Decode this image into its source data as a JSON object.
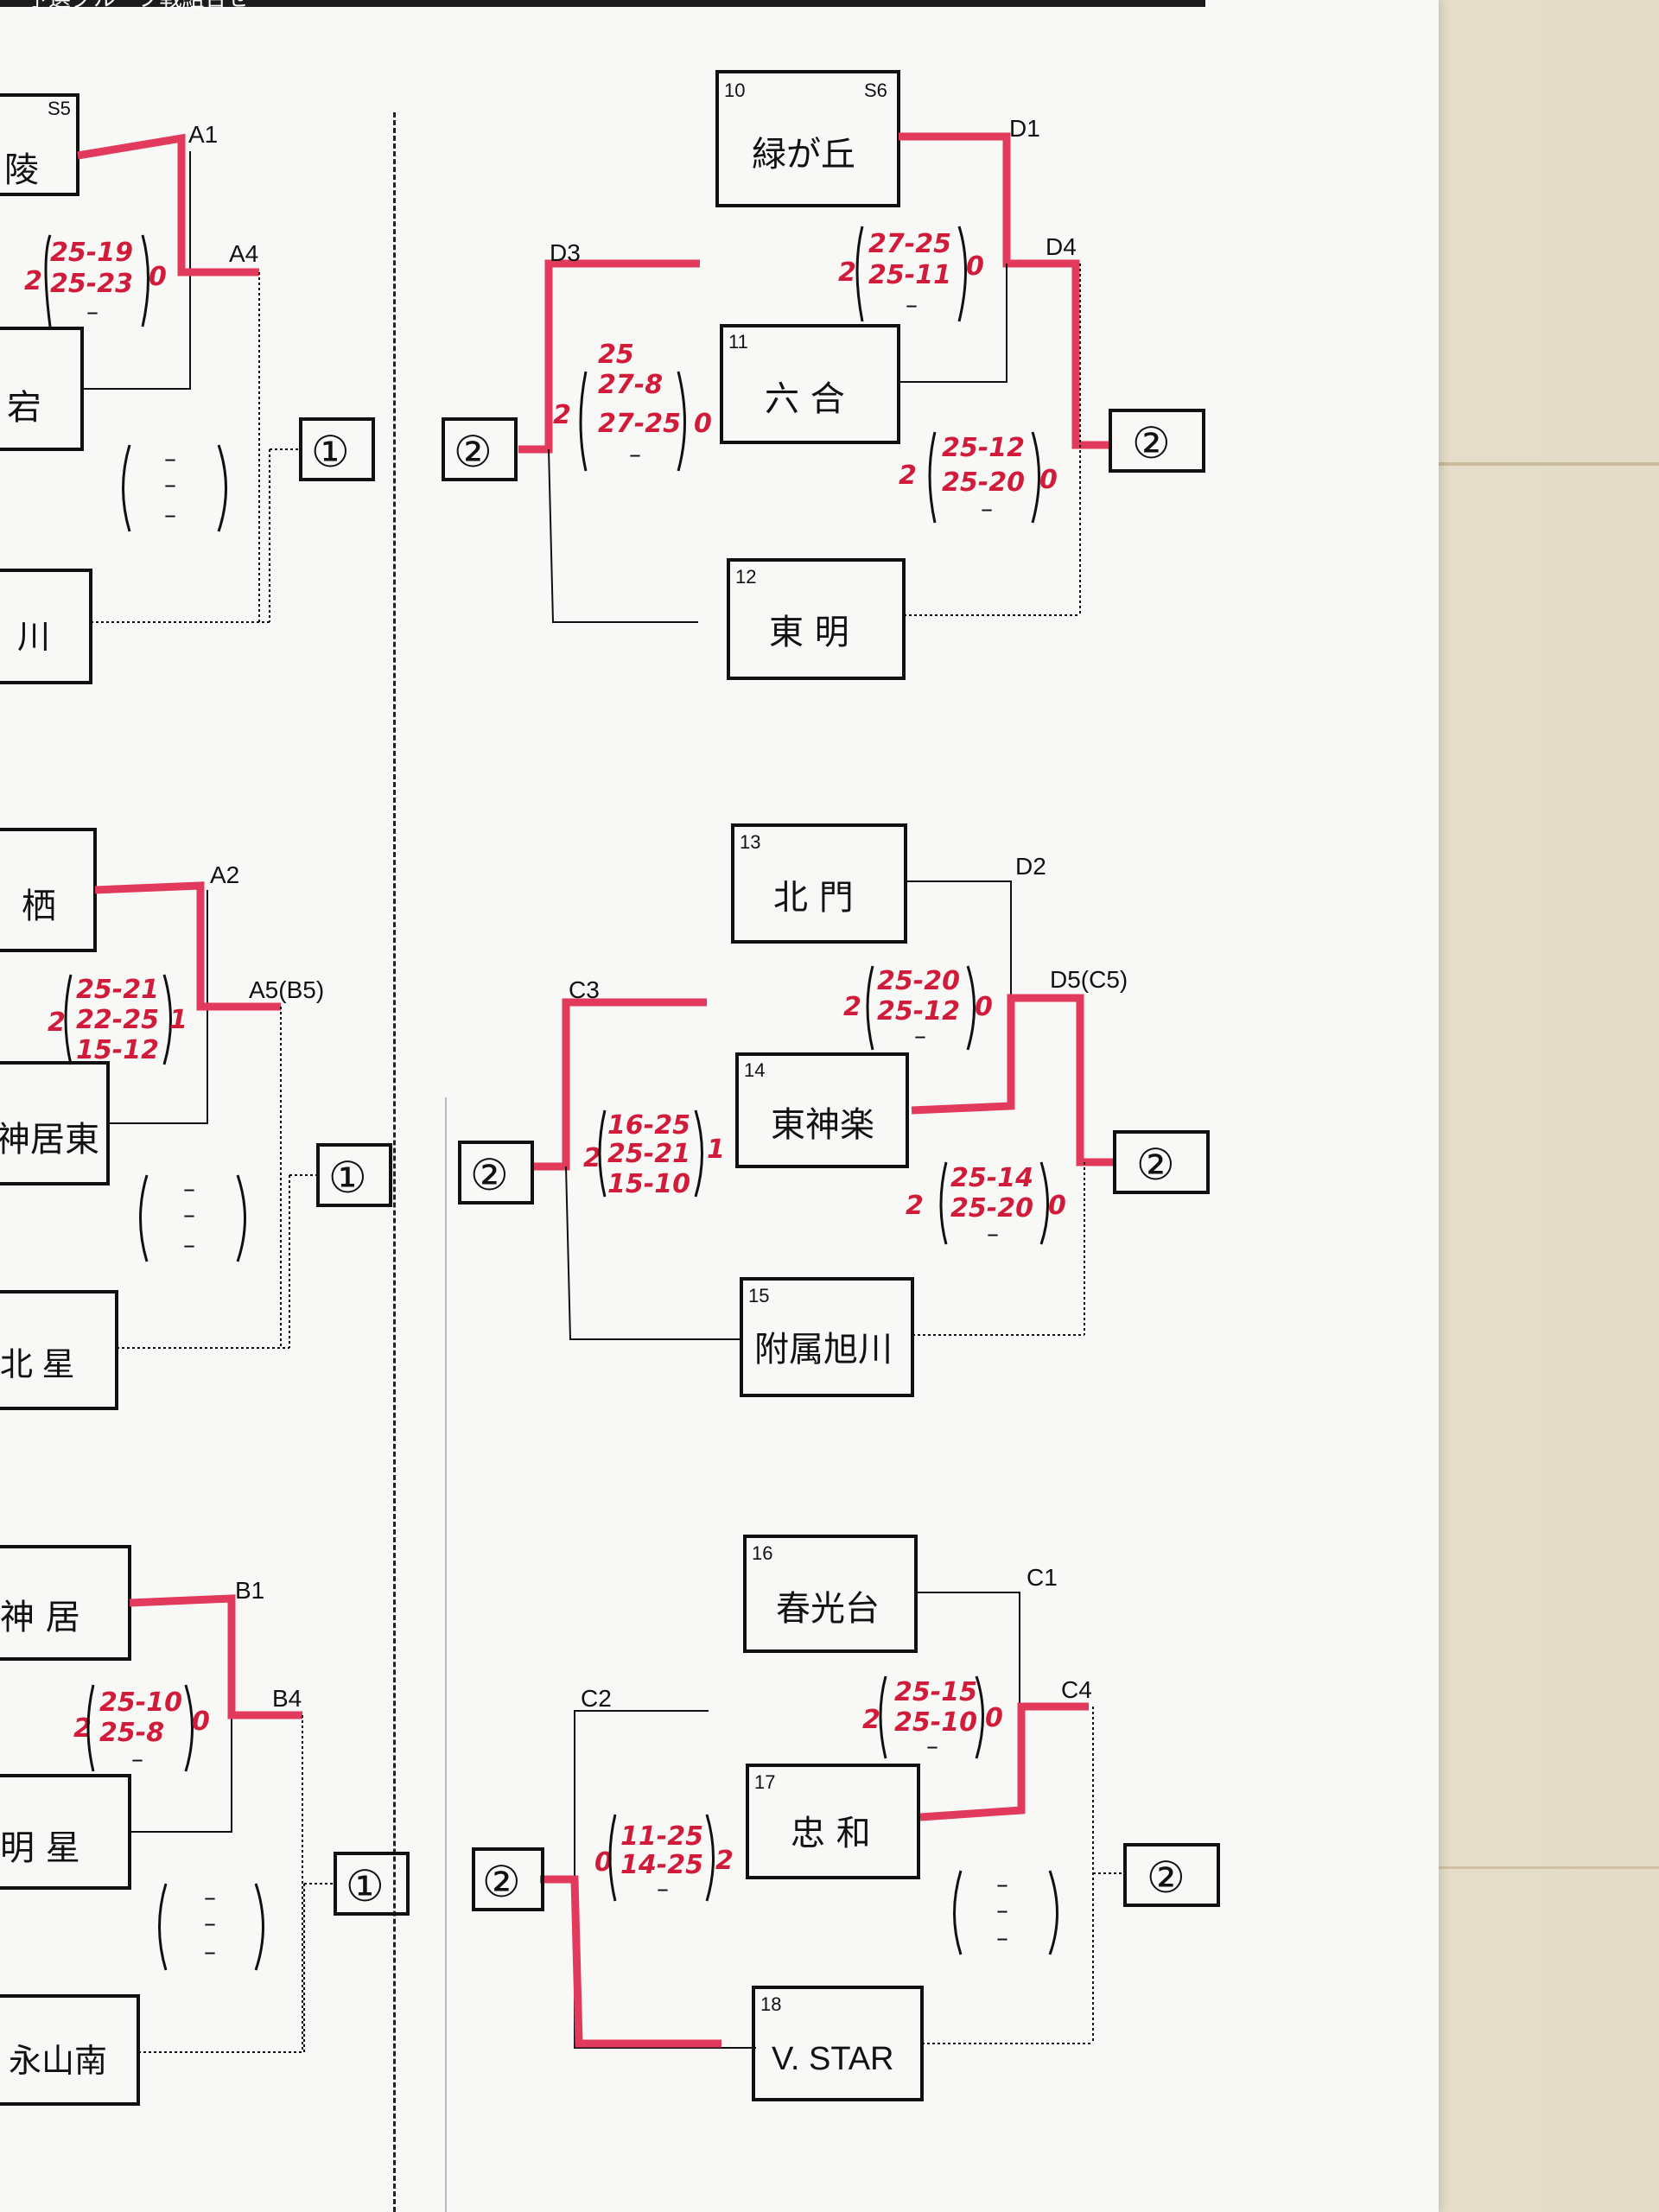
{
  "header": {
    "title": "予選グループ戦組合せ"
  },
  "colors": {
    "win_line": "#e23a5c",
    "score_ink": "#d01c3a",
    "ink": "#111111"
  },
  "blocks": {
    "left_top": {
      "teams": [
        {
          "name": "陵",
          "seed": "S5"
        },
        {
          "name": "宕"
        },
        {
          "name": "川"
        }
      ],
      "nodes": [
        "A1",
        "A4"
      ],
      "score": {
        "w": "2",
        "l": "0",
        "sets": [
          "25-19",
          "25-23",
          "–"
        ]
      },
      "empty_sets": [
        "–",
        "–",
        "–"
      ],
      "rank": "①"
    },
    "left_mid": {
      "teams": [
        {
          "name": "栖"
        },
        {
          "name": "神居東"
        },
        {
          "name": "北 星"
        }
      ],
      "nodes": [
        "A2",
        "A5(B5)"
      ],
      "score": {
        "w": "2",
        "l": "1",
        "sets": [
          "25-21",
          "22-25",
          "15-12"
        ]
      },
      "empty_sets": [
        "–",
        "–",
        "–"
      ],
      "rank": "①"
    },
    "left_bot": {
      "teams": [
        {
          "name": "神 居"
        },
        {
          "name": "明 星"
        },
        {
          "name": "永山南"
        }
      ],
      "nodes": [
        "B1",
        "B4"
      ],
      "score": {
        "w": "2",
        "l": "0",
        "sets": [
          "25-10",
          "25-8",
          "–"
        ]
      },
      "empty_sets": [
        "–",
        "–",
        "–"
      ],
      "rank": "①"
    },
    "right_top": {
      "teams": [
        {
          "num": "10",
          "seed": "S6",
          "name": "緑が丘"
        },
        {
          "num": "11",
          "name": "六 合"
        },
        {
          "num": "12",
          "name": "東 明"
        }
      ],
      "nodes": [
        "D1",
        "D4",
        "D3"
      ],
      "score1": {
        "w": "2",
        "l": "0",
        "sets": [
          "27-25",
          "25-11",
          "–"
        ]
      },
      "score2": {
        "w": "2",
        "l": "0",
        "sets": [
          "25-12",
          "25-20",
          "–"
        ]
      },
      "score3": {
        "w": "2",
        "l": "0",
        "sets": [
          "25",
          "27-8",
          "27-25",
          "–"
        ]
      },
      "rank_left": "②",
      "rank_right": "②"
    },
    "right_mid": {
      "teams": [
        {
          "num": "13",
          "name": "北 門"
        },
        {
          "num": "14",
          "name": "東神楽"
        },
        {
          "num": "15",
          "name": "附属旭川"
        }
      ],
      "nodes": [
        "D2",
        "D5(C5)",
        "C3"
      ],
      "score1": {
        "w": "2",
        "l": "0",
        "sets": [
          "25-20",
          "25-12",
          "–"
        ]
      },
      "score2": {
        "w": "2",
        "l": "0",
        "sets": [
          "25-14",
          "25-20",
          "–"
        ]
      },
      "score3": {
        "w": "2",
        "l": "1",
        "sets": [
          "16-25",
          "25-21",
          "15-10"
        ]
      },
      "rank_left": "②",
      "rank_right": "②"
    },
    "right_bot": {
      "teams": [
        {
          "num": "16",
          "name": "春光台"
        },
        {
          "num": "17",
          "name": "忠 和"
        },
        {
          "num": "18",
          "name": "V. STAR"
        }
      ],
      "nodes": [
        "C1",
        "C4",
        "C2"
      ],
      "score1": {
        "w": "2",
        "l": "0",
        "sets": [
          "25-15",
          "25-10",
          "–"
        ]
      },
      "score3": {
        "w": "0",
        "l": "2",
        "sets": [
          "11-25",
          "14-25",
          "–"
        ]
      },
      "empty_sets": [
        "–",
        "–",
        "–"
      ],
      "rank_left": "②",
      "rank_right": "②"
    }
  }
}
